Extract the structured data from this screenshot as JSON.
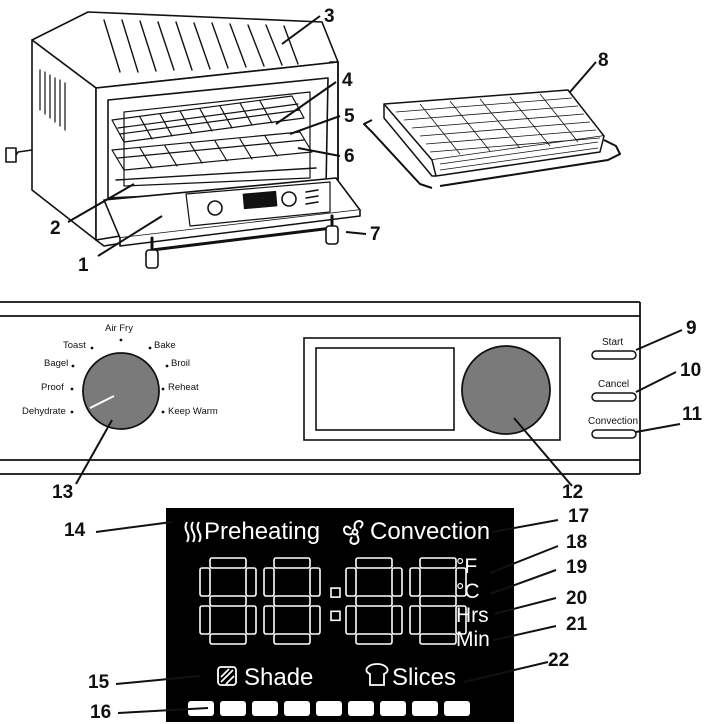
{
  "callouts": [
    "1",
    "2",
    "3",
    "4",
    "5",
    "6",
    "7",
    "8",
    "9",
    "10",
    "11",
    "12",
    "13",
    "14",
    "15",
    "16",
    "17",
    "18",
    "19",
    "20",
    "21",
    "22"
  ],
  "dial": {
    "functions": [
      "Air Fry",
      "Toast",
      "Bake",
      "Bagel",
      "Broil",
      "Proof",
      "Reheat",
      "Dehydrate",
      "Keep Warm"
    ]
  },
  "buttons": {
    "start": "Start",
    "cancel": "Cancel",
    "convection": "Convection"
  },
  "display": {
    "preheating": "Preheating",
    "convection": "Convection",
    "fahrenheit": "°F",
    "celsius": "°C",
    "hours": "Hrs",
    "minutes": "Min",
    "shade": "Shade",
    "slices": "Slices",
    "digits": "88:88",
    "shade_bar_segments": 9
  },
  "colors": {
    "ink": "#111111",
    "lcd_bg": "#000000",
    "lcd_fg": "#ffffff",
    "oven_body": "#ffffff"
  }
}
